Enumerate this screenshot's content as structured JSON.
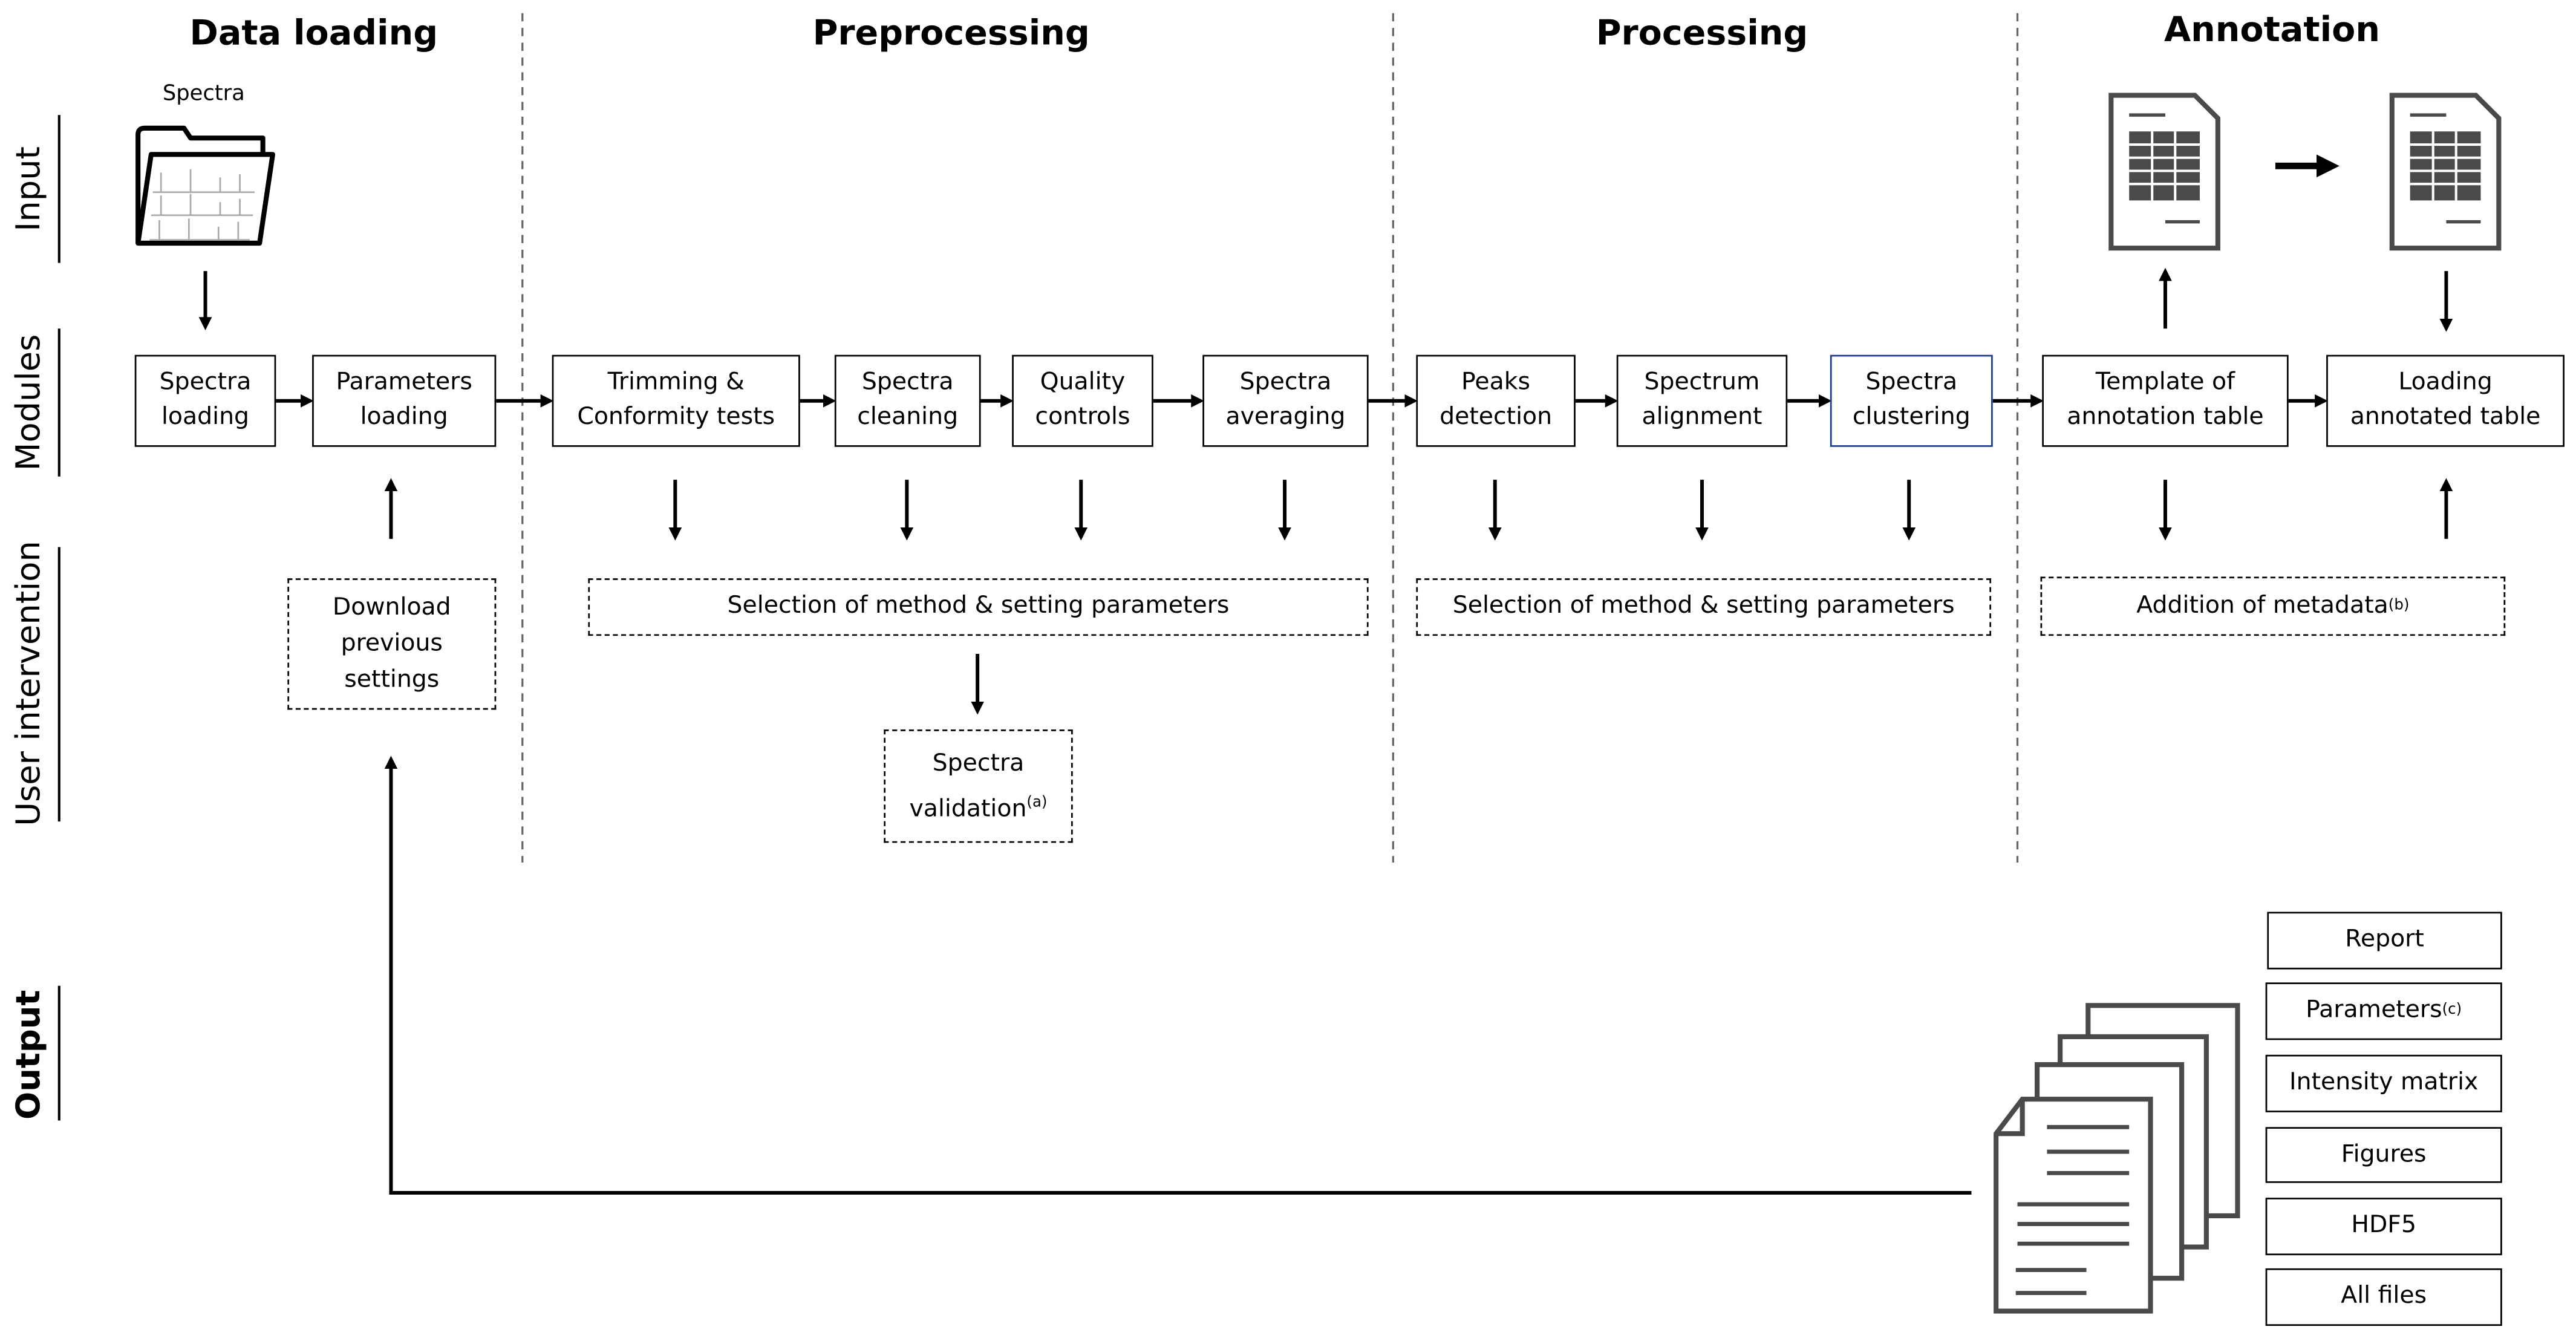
{
  "stages": {
    "data_loading": "Data loading",
    "preprocessing": "Preprocessing",
    "processing": "Processing",
    "annotation": "Annotation"
  },
  "rows": {
    "input": "Input",
    "modules": "Modules",
    "user_intervention": "User intervention",
    "output": "Output"
  },
  "input": {
    "spectra_label": "Spectra"
  },
  "modules": {
    "spectra_loading": [
      "Spectra",
      "loading"
    ],
    "parameters_loading": [
      "Parameters",
      "loading"
    ],
    "trimming": [
      "Trimming &",
      "Conformity tests"
    ],
    "spectra_cleaning": [
      "Spectra",
      "cleaning"
    ],
    "quality_controls": [
      "Quality",
      "controls"
    ],
    "spectra_averaging": [
      "Spectra",
      "averaging"
    ],
    "peaks_detection": [
      "Peaks",
      "detection"
    ],
    "spectrum_alignment": [
      "Spectrum",
      "alignment"
    ],
    "spectra_clustering": [
      "Spectra",
      "clustering"
    ],
    "template_annotation": [
      "Template of",
      "annotation table"
    ],
    "loading_annotated": [
      "Loading",
      "annotated table"
    ]
  },
  "user": {
    "download_settings": [
      "Download",
      "previous",
      "settings"
    ],
    "selection_pre": "Selection of method & setting parameters",
    "selection_proc": "Selection of method & setting parameters",
    "spectra_validation": [
      "Spectra",
      "validation",
      "(a)"
    ],
    "addition_metadata": [
      "Addition of metadata",
      "(b)"
    ]
  },
  "outputs": {
    "report": "Report",
    "parameters": "Parameters",
    "parameters_note": "(c)",
    "intensity_matrix": "Intensity matrix",
    "figures": "Figures",
    "hdf5": "HDF5",
    "all_files": "All files"
  },
  "colors": {
    "clustering_border": "#1f3a8a",
    "icon_gray": "#4a4a4a"
  }
}
